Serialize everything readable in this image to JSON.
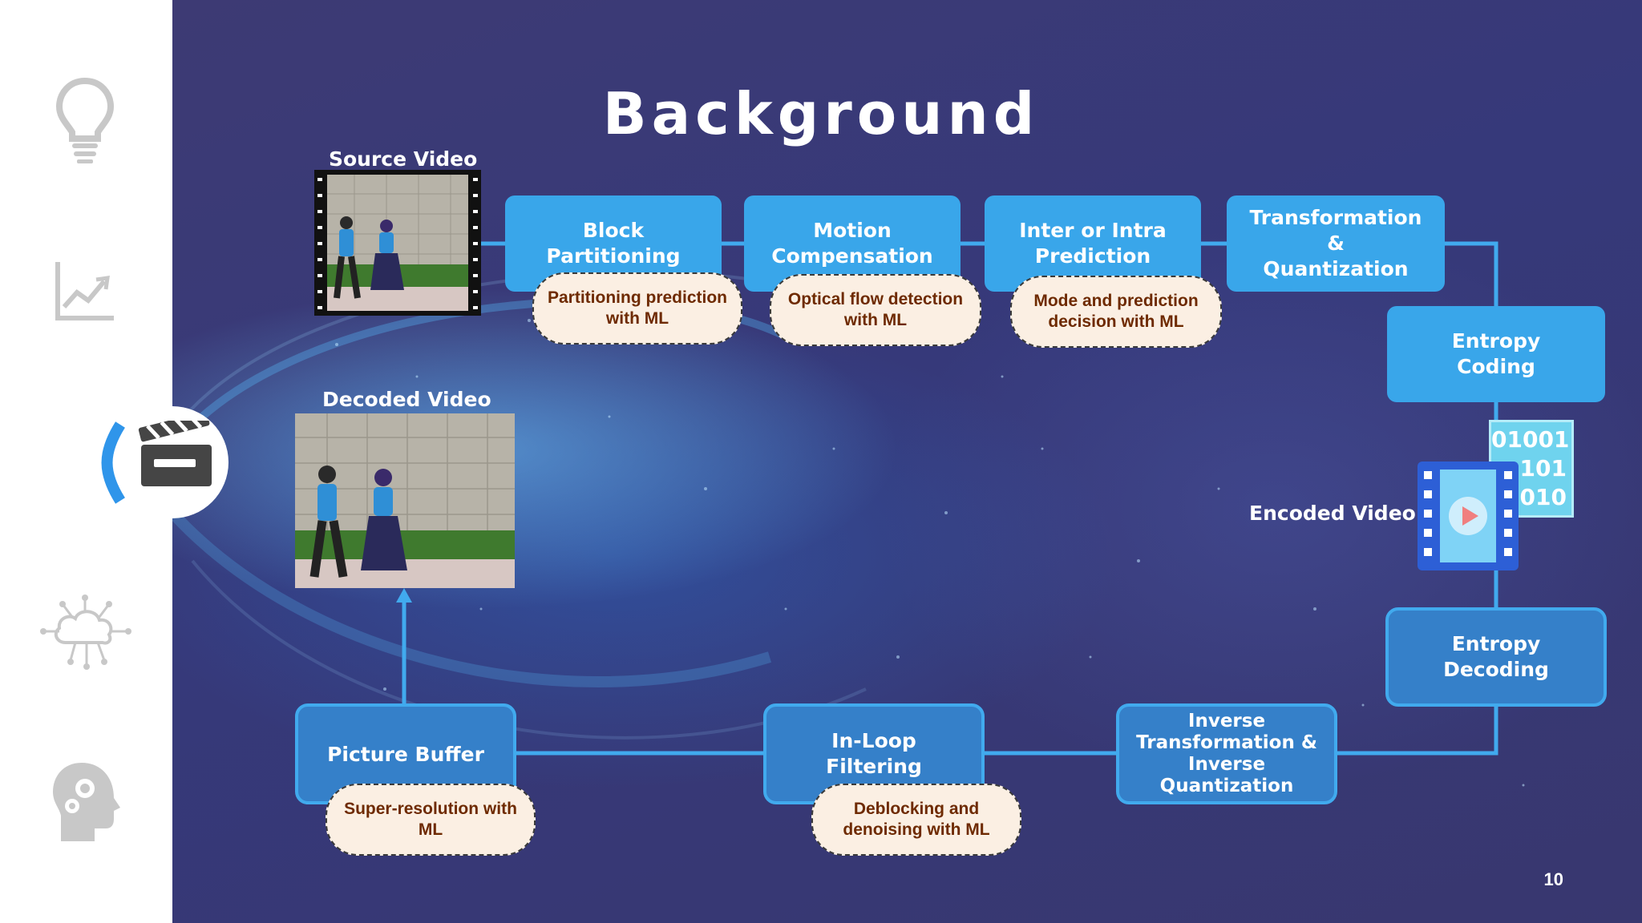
{
  "slide": {
    "title": "Background",
    "page_number": "10"
  },
  "sidebar": {
    "icons": [
      "lightbulb-icon",
      "line-chart-icon",
      "clapperboard-icon",
      "cloud-network-icon",
      "head-gears-icon"
    ],
    "active_icon": "clapperboard-icon"
  },
  "videos": {
    "source_label": "Source Video",
    "decoded_label": "Decoded Video",
    "encoded_label": "Encoded Video",
    "binary_lines": [
      "01001",
      "101",
      "010"
    ]
  },
  "encoder": {
    "block_partitioning": "Block\nPartitioning",
    "motion_compensation": "Motion\nCompensation",
    "prediction": "Inter or Intra\nPrediction",
    "transformation": "Transformation\n&\nQuantization",
    "entropy_coding": "Entropy\nCoding"
  },
  "decoder": {
    "entropy_decoding": "Entropy\nDecoding",
    "inverse_transformation": "Inverse\nTransformation &\nInverse\nQuantization",
    "in_loop_filtering": "In-Loop\nFiltering",
    "picture_buffer": "Picture Buffer"
  },
  "ml_notes": {
    "partitioning": "Partitioning prediction\nwith ML",
    "optical_flow": "Optical flow detection\nwith ML",
    "mode_decision": "Mode and prediction\ndecision with ML",
    "deblocking": "Deblocking and\ndenoising with ML",
    "super_resolution": "Super-resolution with\nML"
  },
  "colors": {
    "background": "#3c3a73",
    "encoder_box": "#39a6ea",
    "decoder_box": "#3580c9",
    "connector": "#41aaee",
    "note_fill": "#fbefe3",
    "note_text": "#6e2a00"
  }
}
